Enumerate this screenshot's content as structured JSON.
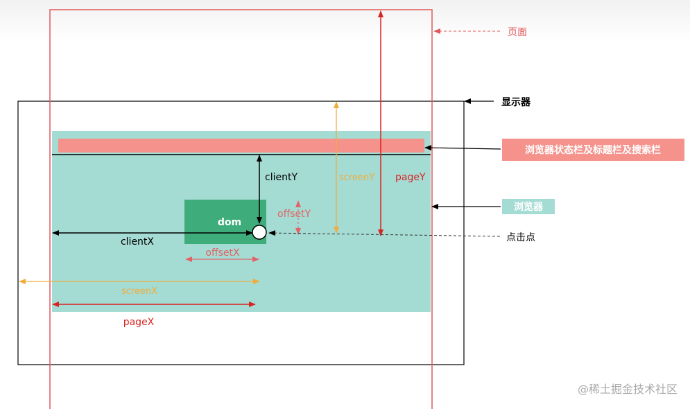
{
  "labels": {
    "page": "页面",
    "monitor": "显示器",
    "browser_bars": "浏览器状态栏及标题栏及搜索栏",
    "browser": "浏览器",
    "click_point": "点击点",
    "dom": "dom",
    "clientY": "clientY",
    "screenY": "screenY",
    "pageY": "pageY",
    "offsetY": "offsetY",
    "clientX": "clientX",
    "offsetX": "offsetX",
    "screenX": "screenX",
    "pageX": "pageX"
  },
  "watermark": "@稀土掘金技术社区",
  "colors": {
    "page_border": "#e0595b",
    "browser_fill": "#a4dbd3",
    "bars_fill": "#f4928b",
    "dom_fill": "#3fac7c",
    "client": "#000000",
    "screen": "#f0ad3c",
    "page": "#d92323",
    "offset": "#e06466",
    "badge_bars": "#f4928b",
    "badge_browser": "#a4dbd3"
  }
}
